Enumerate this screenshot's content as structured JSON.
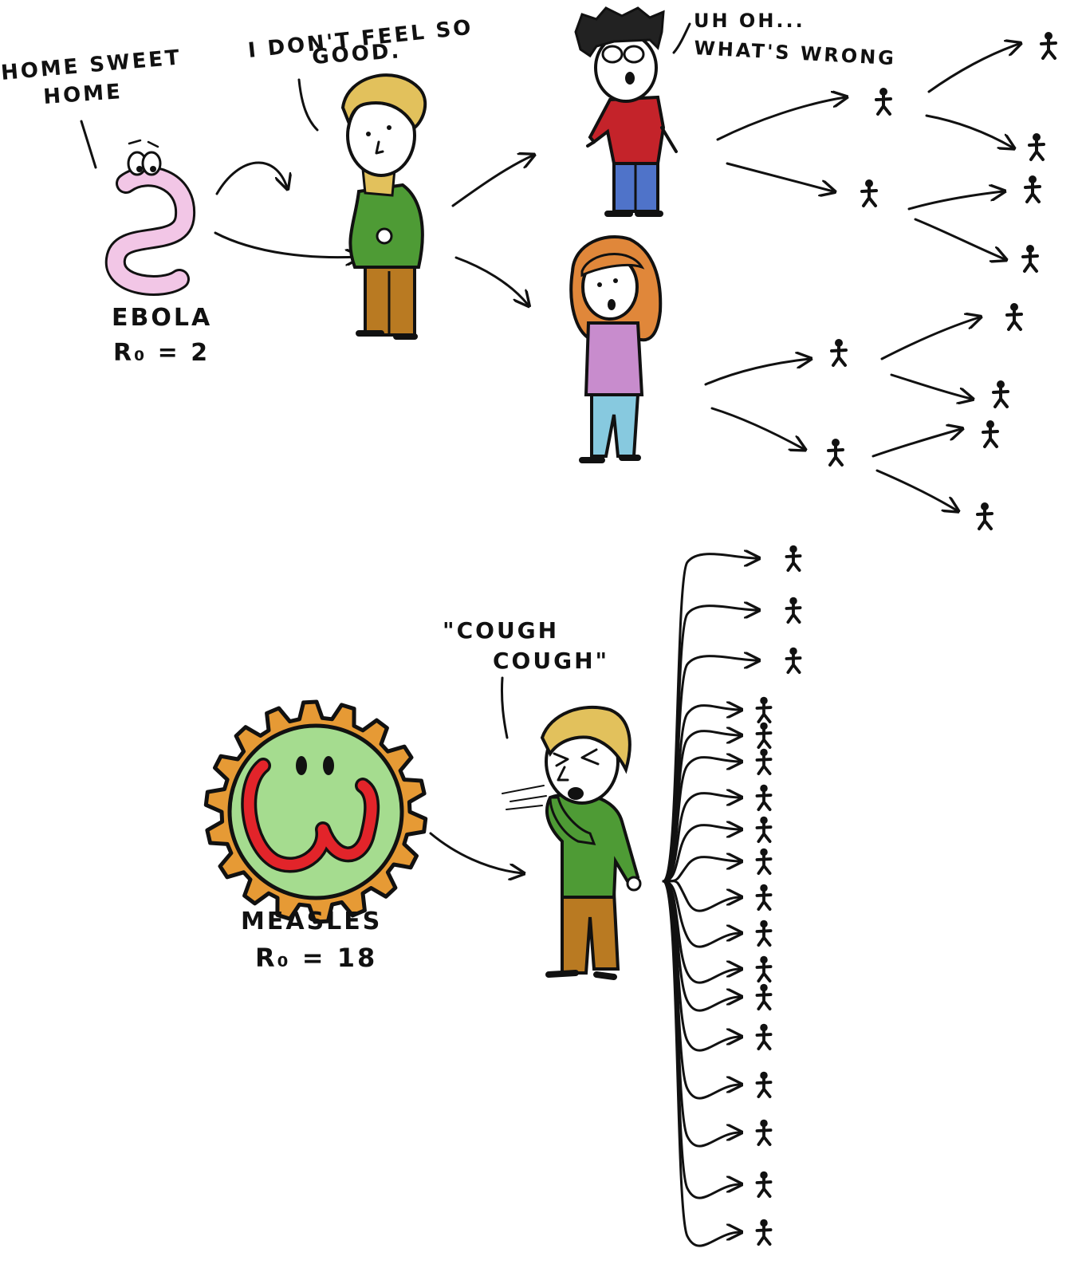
{
  "ebola": {
    "name": "EBOLA",
    "r0": "R₀ = 2",
    "speech": {
      "worm": [
        "HOME SWEET",
        "HOME"
      ],
      "patient": [
        "I DON'T FEEL SO",
        "GOOD."
      ],
      "red_person": [
        "UH OH...",
        "WHAT'S WRONG"
      ]
    }
  },
  "measles": {
    "name": "MEASLES",
    "r0": "R₀ = 18",
    "speech": [
      "\"COUGH",
      "COUGH\""
    ]
  },
  "colors": {
    "ink": "#111111",
    "worm": "#f2c6e6",
    "hair_blond": "#e2c15c",
    "shirt_green": "#4e9b35",
    "pants_brown": "#b97a22",
    "shirt_red": "#c4232a",
    "pants_blue": "#4f73c9",
    "hair_orange": "#e0873a",
    "shirt_pink": "#c88ccd",
    "pants_cyan": "#87c9df",
    "virus_orange": "#e69a35",
    "virus_green": "#a5dc8f",
    "virus_red": "#e2242a",
    "skin": "#ffffff"
  },
  "icons": [
    "worm-virus",
    "measles-virus",
    "person",
    "stick-figure",
    "arrow"
  ]
}
